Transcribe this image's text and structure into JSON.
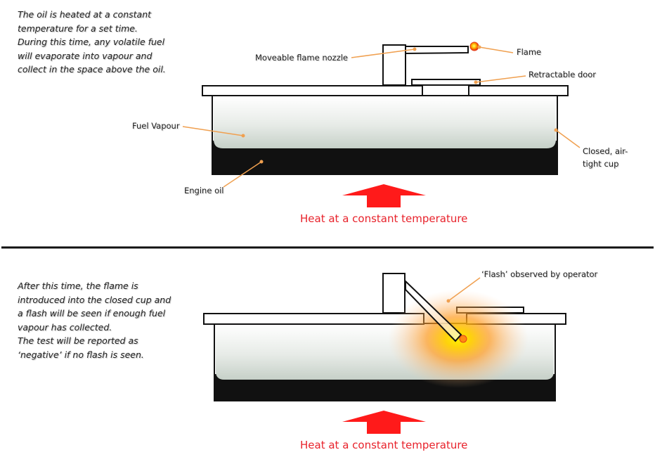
{
  "panel_top": {
    "description_lines": [
      "The oil is heated at a constant",
      "temperature for a set time.",
      "During this time, any volatile fuel",
      "will evaporate into vapour and",
      "collect in the space above the oil."
    ],
    "labels": {
      "nozzle": "Moveable flame nozzle",
      "flame": "Flame",
      "door": "Retractable door",
      "vapour": "Fuel Vapour",
      "cup_line1": "Closed, air-",
      "cup_line2": "tight cup",
      "oil": "Engine oil"
    },
    "heat_text": "Heat at a constant temperature"
  },
  "panel_bottom": {
    "description_lines": [
      "After this time, the flame is",
      "introduced into the closed cup and",
      "a flash will be seen if enough fuel",
      "vapour has collected.",
      "The test will be reported as",
      "‘negative’ if no flash is seen."
    ],
    "labels": {
      "flash": "‘Flash’ observed by operator"
    },
    "heat_text": "Heat at a constant temperature"
  },
  "colors": {
    "heat_arrow": "#ff1a1a",
    "heat_text": "#e8222b",
    "leader_line": "#f0a050",
    "oil": "#111111",
    "flash_core": "#ffe000",
    "flash_outer": "#ff9a20"
  }
}
